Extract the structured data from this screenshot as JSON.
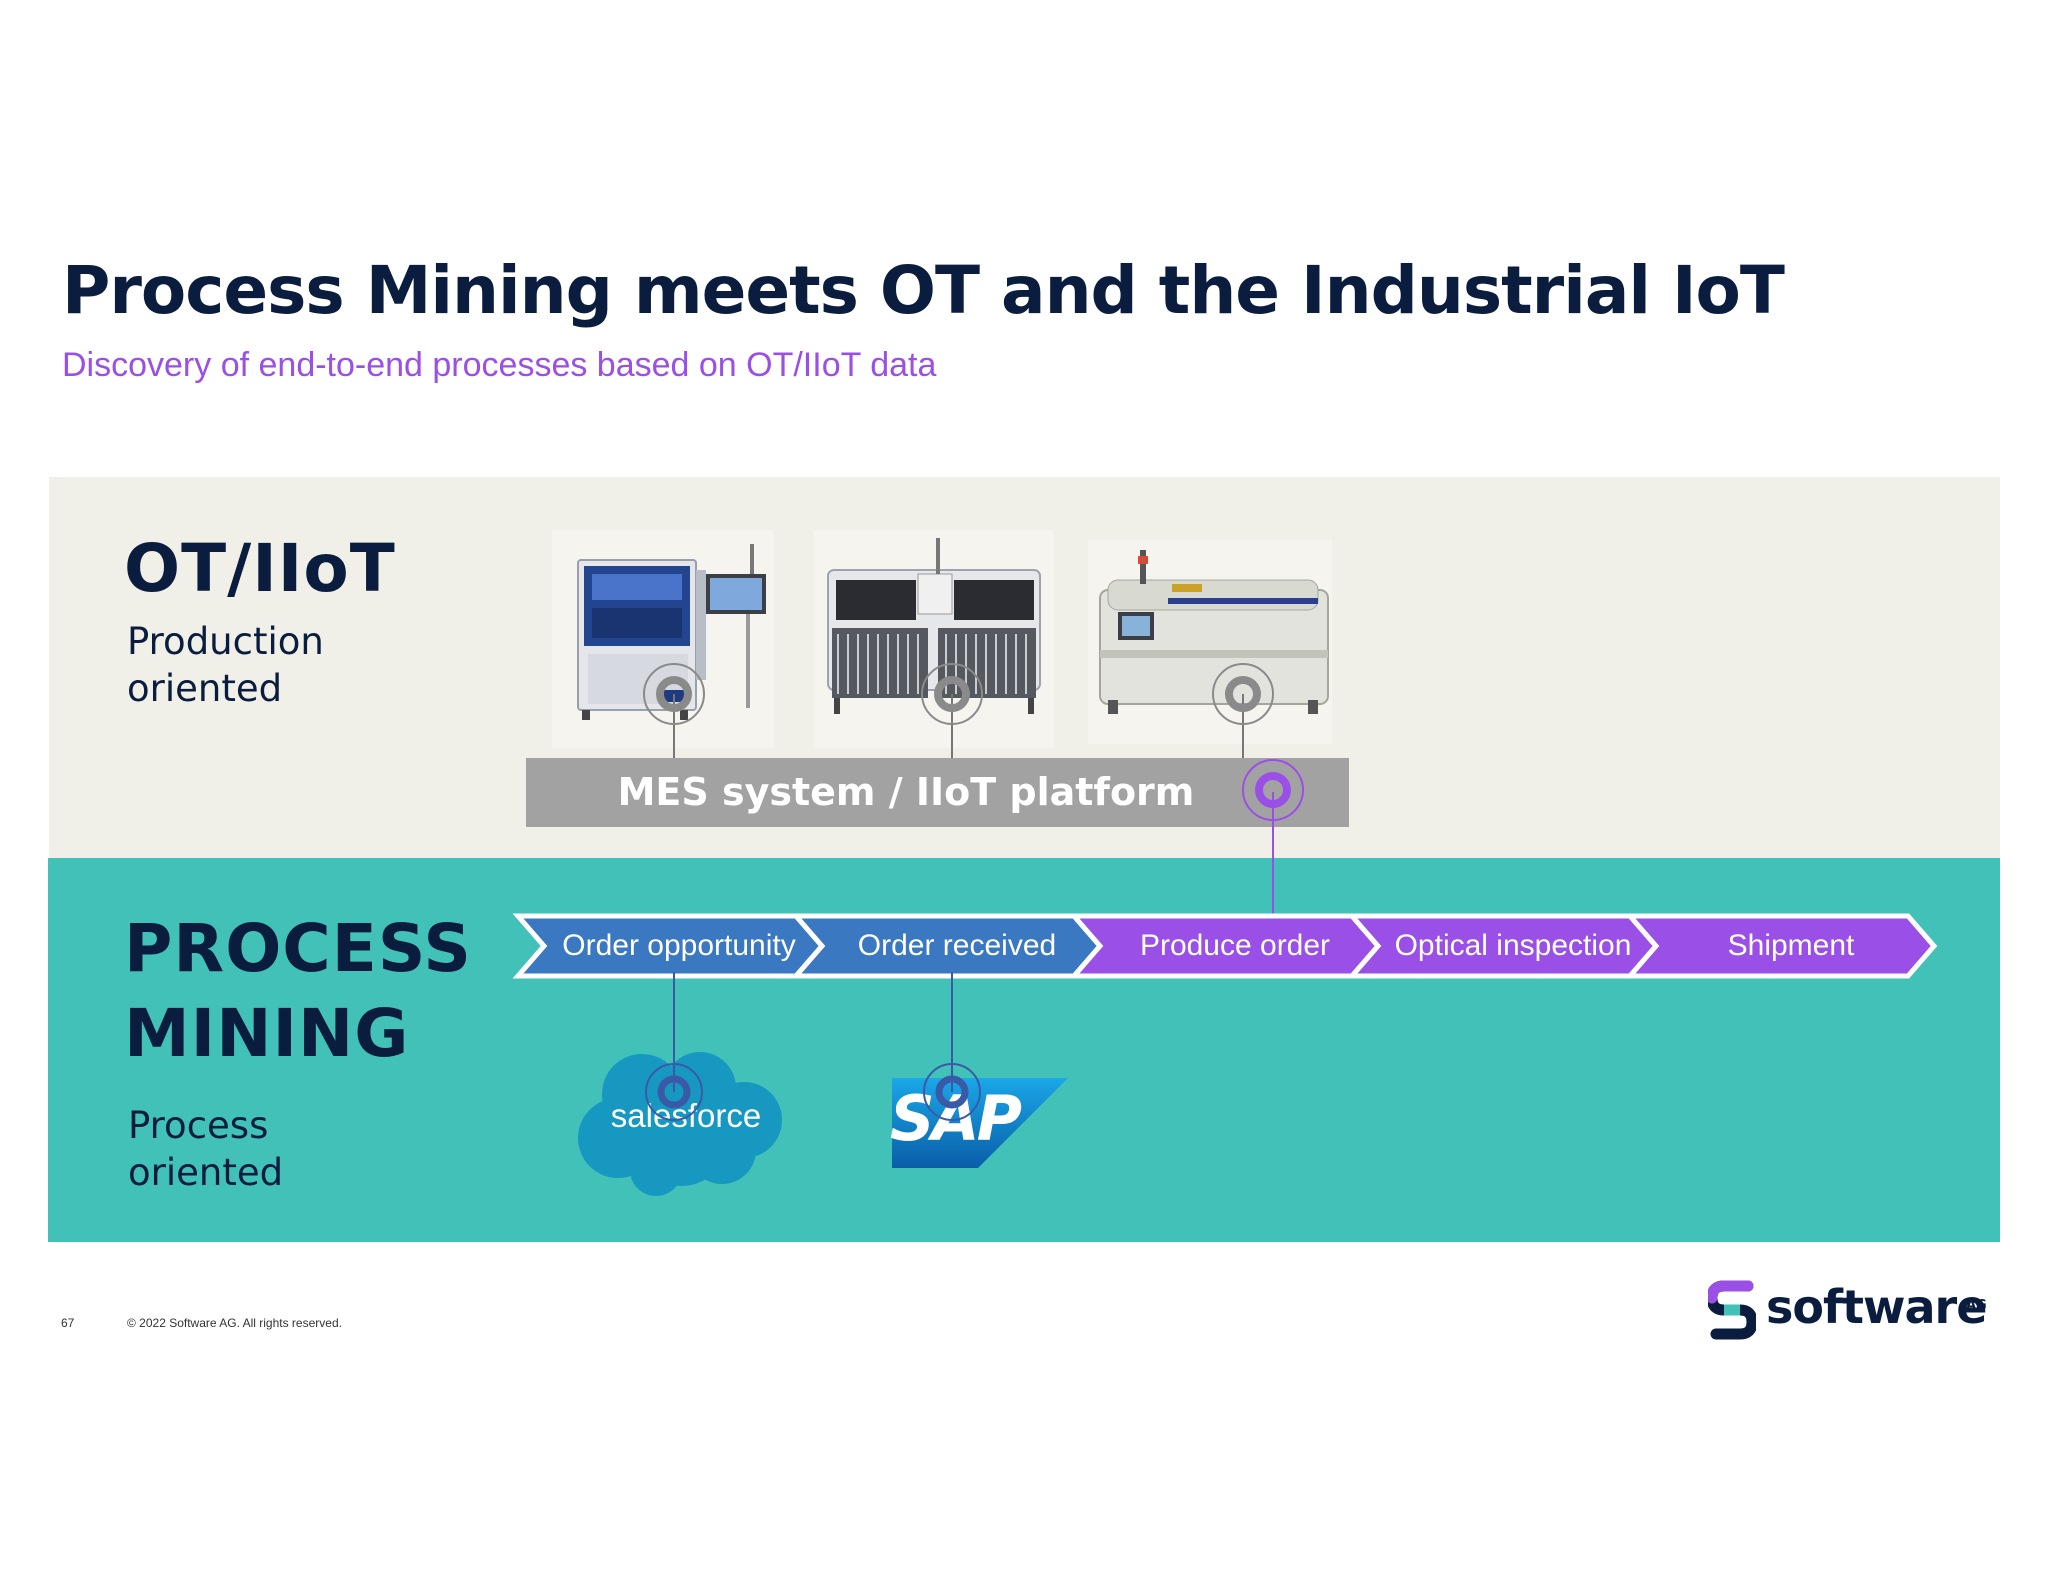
{
  "slide": {
    "title": "Process Mining meets OT and the Industrial IoT",
    "subtitle": "Discovery of end-to-end processes based on OT/IIoT data"
  },
  "ot_layer": {
    "heading": "OT/IIoT",
    "desc_line1": "Production",
    "desc_line2": "oriented",
    "platform_label": "MES system / IIoT platform",
    "machines": [
      "stencil-printer",
      "pick-and-place-machine",
      "reflow-oven"
    ]
  },
  "pm_layer": {
    "heading_line1": "PROCESS",
    "heading_line2": "MINING",
    "desc_line1": "Process",
    "desc_line2": "oriented",
    "steps": [
      {
        "label": "Order opportunity",
        "color": "#3a78c2"
      },
      {
        "label": "Order received",
        "color": "#3a78c2"
      },
      {
        "label": "Produce order",
        "color": "#9a4fe6"
      },
      {
        "label": "Optical inspection",
        "color": "#9a4fe6"
      },
      {
        "label": "Shipment",
        "color": "#9a4fe6"
      }
    ],
    "sources": {
      "salesforce": "salesforce",
      "sap": "SAP"
    }
  },
  "footer": {
    "page_number": "67",
    "copyright": "© 2022 Software AG. All rights reserved.",
    "logo_text": "software",
    "logo_suffix": "AG"
  },
  "colors": {
    "navy": "#0b1d3e",
    "purple": "#9a4fe6",
    "teal": "#41c1b7",
    "beige": "#f1f0e8",
    "blue": "#3a78c2",
    "gray": "#a2a2a2"
  }
}
